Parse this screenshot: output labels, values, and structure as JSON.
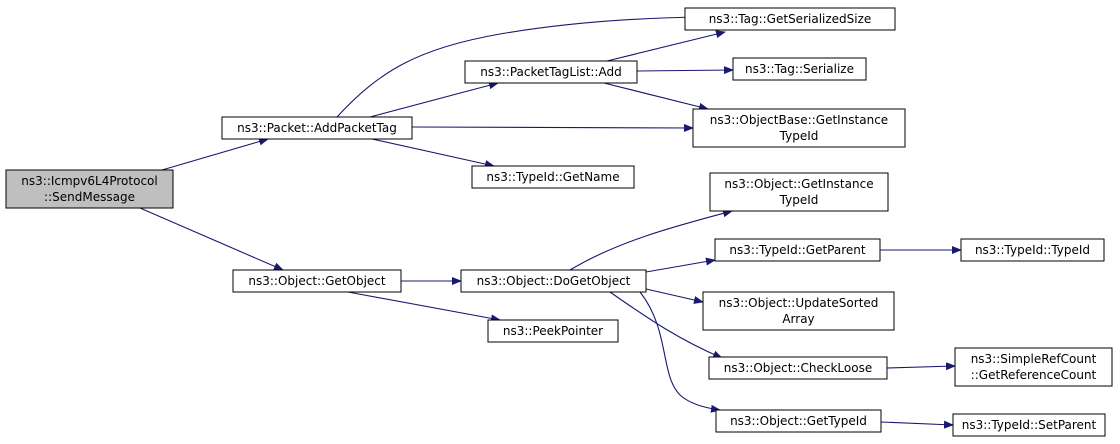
{
  "colors": {
    "node_fill": "#ffffff",
    "root_fill": "#bfbfbf",
    "border": "#000000",
    "edge": "#191970"
  },
  "nodes": {
    "send_message": {
      "lines": [
        "ns3::Icmpv6L4Protocol",
        "::SendMessage"
      ],
      "highlighted": true
    },
    "add_packet_tag": {
      "lines": [
        "ns3::Packet::AddPacketTag"
      ]
    },
    "get_object": {
      "lines": [
        "ns3::Object::GetObject"
      ]
    },
    "packet_tag_list_add": {
      "lines": [
        "ns3::PacketTagList::Add"
      ]
    },
    "tag_get_serialized_size": {
      "lines": [
        "ns3::Tag::GetSerializedSize"
      ]
    },
    "tag_serialize": {
      "lines": [
        "ns3::Tag::Serialize"
      ]
    },
    "object_base_get_instance_type_id": {
      "lines": [
        "ns3::ObjectBase::GetInstance",
        "TypeId"
      ]
    },
    "type_id_get_name": {
      "lines": [
        "ns3::TypeId::GetName"
      ]
    },
    "do_get_object": {
      "lines": [
        "ns3::Object::DoGetObject"
      ]
    },
    "peek_pointer": {
      "lines": [
        "ns3::PeekPointer"
      ]
    },
    "object_get_instance_type_id": {
      "lines": [
        "ns3::Object::GetInstance",
        "TypeId"
      ]
    },
    "type_id_get_parent": {
      "lines": [
        "ns3::TypeId::GetParent"
      ]
    },
    "object_update_sorted_array": {
      "lines": [
        "ns3::Object::UpdateSorted",
        "Array"
      ]
    },
    "object_check_loose": {
      "lines": [
        "ns3::Object::CheckLoose"
      ]
    },
    "object_get_type_id": {
      "lines": [
        "ns3::Object::GetTypeId"
      ]
    },
    "type_id_type_id": {
      "lines": [
        "ns3::TypeId::TypeId"
      ]
    },
    "simple_ref_count_get_reference_count": {
      "lines": [
        "ns3::SimpleRefCount",
        "::GetReferenceCount"
      ]
    },
    "type_id_set_parent": {
      "lines": [
        "ns3::TypeId::SetParent"
      ]
    }
  },
  "edges": [
    {
      "from": "send_message",
      "to": "add_packet_tag"
    },
    {
      "from": "send_message",
      "to": "get_object"
    },
    {
      "from": "add_packet_tag",
      "to": "packet_tag_list_add"
    },
    {
      "from": "add_packet_tag",
      "to": "tag_get_serialized_size"
    },
    {
      "from": "add_packet_tag",
      "to": "object_base_get_instance_type_id"
    },
    {
      "from": "add_packet_tag",
      "to": "type_id_get_name"
    },
    {
      "from": "packet_tag_list_add",
      "to": "tag_get_serialized_size"
    },
    {
      "from": "packet_tag_list_add",
      "to": "tag_serialize"
    },
    {
      "from": "packet_tag_list_add",
      "to": "object_base_get_instance_type_id"
    },
    {
      "from": "get_object",
      "to": "do_get_object"
    },
    {
      "from": "get_object",
      "to": "peek_pointer"
    },
    {
      "from": "do_get_object",
      "to": "object_get_instance_type_id"
    },
    {
      "from": "do_get_object",
      "to": "type_id_get_parent"
    },
    {
      "from": "do_get_object",
      "to": "object_update_sorted_array"
    },
    {
      "from": "do_get_object",
      "to": "object_check_loose"
    },
    {
      "from": "do_get_object",
      "to": "object_get_type_id"
    },
    {
      "from": "type_id_get_parent",
      "to": "type_id_type_id"
    },
    {
      "from": "object_check_loose",
      "to": "simple_ref_count_get_reference_count"
    },
    {
      "from": "object_get_type_id",
      "to": "type_id_set_parent"
    }
  ]
}
